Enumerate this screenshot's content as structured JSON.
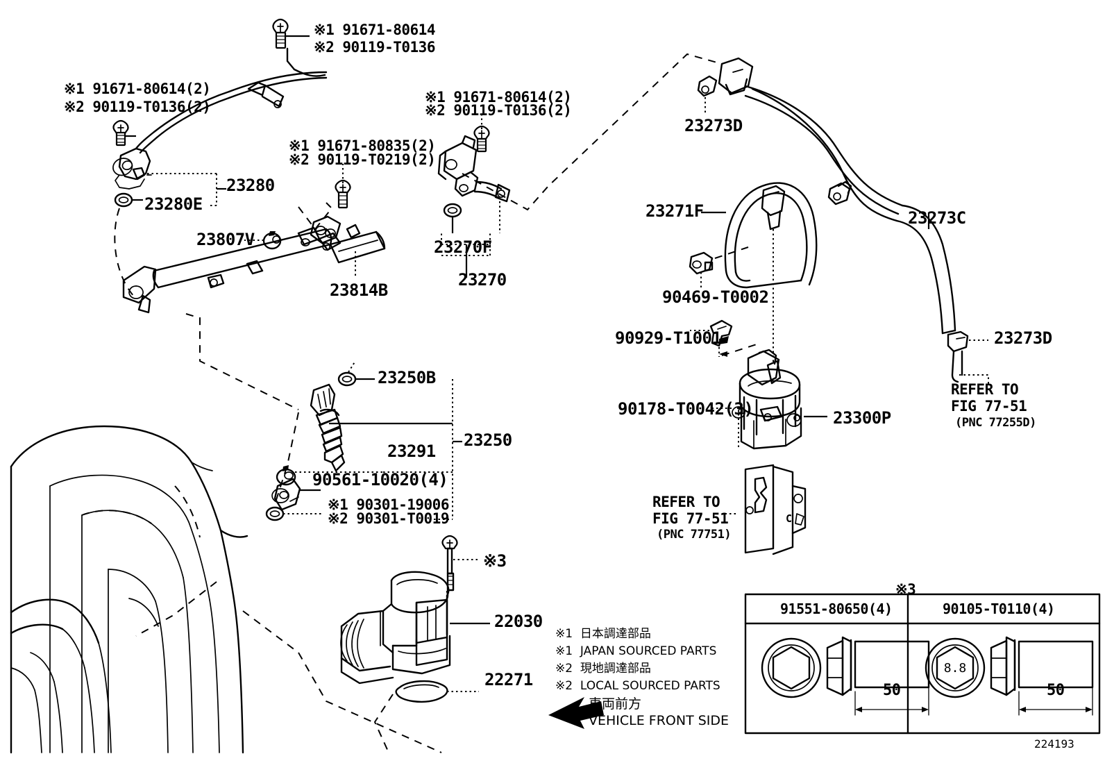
{
  "diagram": {
    "figure_number": "224193",
    "title_implied": "Toyota fuel injection / throttle body parts diagram"
  },
  "callouts": {
    "top_bolt": {
      "line1": "※1 91671-80614",
      "line2": "※2 90119-T0136"
    },
    "left_bolt": {
      "line1": "※1 91671-80614(2)",
      "line2": "※2 90119-T0136(2)"
    },
    "mid_bolt": {
      "line1": "※1 91671-80835(2)",
      "line2": "※2 90119-T0219(2)"
    },
    "right_bolt": {
      "line1": "※1 91671-80614(2)",
      "line2": "※2 90119-T0136(2)"
    },
    "oring_23250": {
      "line1": "※1 90301-19006",
      "line2": "※2 90301-T0019"
    },
    "p_23280": "23280",
    "p_23280E": "23280E",
    "p_23807V": "23807V",
    "p_23814B": "23814B",
    "p_23270F": "23270F",
    "p_23270": "23270",
    "p_23250B": "23250B",
    "p_23250": "23250",
    "p_23291": "23291",
    "p_90561": "90561-10020(4)",
    "p_22030": "22030",
    "p_22271": "22271",
    "p_star3": "※3",
    "p_23273D_top": "23273D",
    "p_23271F": "23271F",
    "p_23273C": "23273C",
    "p_23273D_right": "23273D",
    "p_90469": "90469-T0002",
    "p_90929": "90929-T1001",
    "p_90178": "90178-T0042(3)",
    "p_23300P": "23300P"
  },
  "refer_blocks": {
    "right": {
      "l1": "REFER TO",
      "l2": "FIG 77-51",
      "l3": "(PNC 77255D)"
    },
    "center": {
      "l1": "REFER TO",
      "l2": "FIG 77-51",
      "l3": "(PNC 77751)"
    }
  },
  "legend": {
    "lines": [
      "※1  日本調達部品",
      "※1  JAPAN SOURCED PARTS",
      "※2  現地調達部品",
      "※2  LOCAL SOURCED PARTS"
    ],
    "front_jp": "車両前方",
    "front_en": "VEHICLE FRONT SIDE"
  },
  "bolt_table": {
    "star": "※3",
    "columns": [
      {
        "header": "91551-80650(4)",
        "head_marking": "",
        "length": "50"
      },
      {
        "header": "90105-T0110(4)",
        "head_marking": "8.8",
        "length": "50"
      }
    ]
  },
  "colors": {
    "line": "#000000",
    "background": "#ffffff"
  }
}
